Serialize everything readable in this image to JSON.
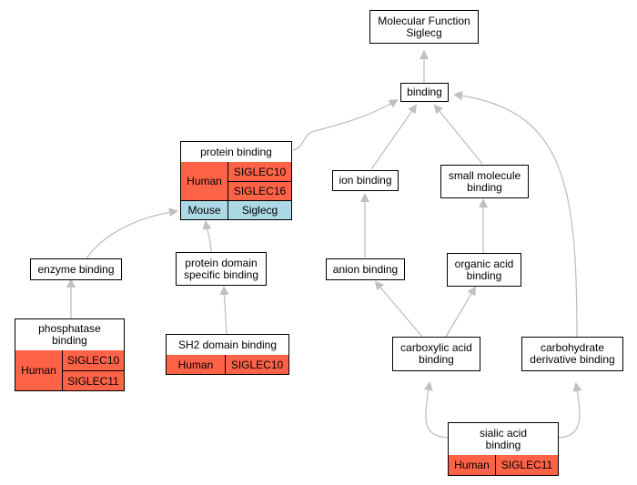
{
  "colors": {
    "human": "#ff6347",
    "mouse": "#add8e6",
    "edge": "#c0c0c0"
  },
  "nodes": {
    "molecular_function": "Molecular Function\nSiglecg",
    "binding": "binding",
    "protein_binding": "protein binding",
    "ion_binding": "ion binding",
    "small_molecule_binding": "small molecule\nbinding",
    "enzyme_binding": "enzyme binding",
    "protein_domain_specific_binding": "protein domain\nspecific binding",
    "anion_binding": "anion binding",
    "organic_acid_binding": "organic acid\nbinding",
    "phosphatase_binding": "phosphatase\nbinding",
    "sh2_domain_binding": "SH2 domain binding",
    "carboxylic_acid_binding": "carboxylic acid\nbinding",
    "carbohydrate_derivative_binding": "carbohydrate\nderivative binding",
    "sialic_acid_binding": "sialic acid\nbinding"
  },
  "annotations": {
    "protein_binding": {
      "human_label": "Human",
      "human_genes": [
        "SIGLEC10",
        "SIGLEC16"
      ],
      "mouse_label": "Mouse",
      "mouse_genes": [
        "Siglecg"
      ]
    },
    "phosphatase_binding": {
      "human_label": "Human",
      "human_genes": [
        "SIGLEC10",
        "SIGLEC11"
      ]
    },
    "sh2_domain_binding": {
      "human_label": "Human",
      "human_genes": [
        "SIGLEC10"
      ]
    },
    "sialic_acid_binding": {
      "human_label": "Human",
      "human_genes": [
        "SIGLEC11"
      ]
    }
  }
}
